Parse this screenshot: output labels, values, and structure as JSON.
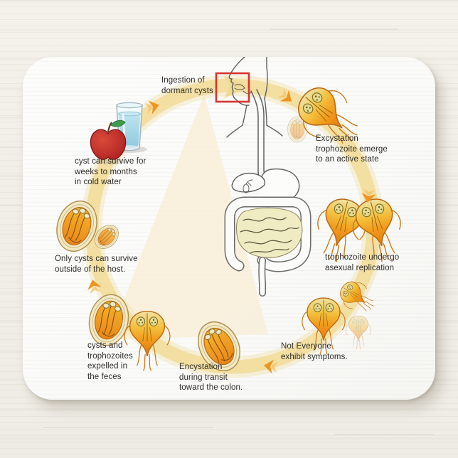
{
  "product": {
    "kind": "mousepad product photo",
    "surface_color": "#FAFAF8",
    "background": "white wood desk"
  },
  "cycle": {
    "subject": "Giardia life cycle diagram",
    "steps": [
      {
        "id": "ingestion",
        "label": "Ingestion of\ndormant cysts"
      },
      {
        "id": "excystation",
        "label": "Excystation\ntrophozoite emerge\nto an active state"
      },
      {
        "id": "replication",
        "label": "trophozoite undergo\nasexual replication"
      },
      {
        "id": "symptoms",
        "label": "Not Everyone\nexhibit symptoms."
      },
      {
        "id": "encystation",
        "label": "Encystation\nduring transit\ntoward the colon."
      },
      {
        "id": "expelled",
        "label": "cysts and\ntrophozoites\nexpelled in\nthe feces"
      },
      {
        "id": "survival_outside",
        "label": "Only cysts can survive\noutside of the host."
      },
      {
        "id": "survival_water",
        "label": "cyst can survive for\nweeks to months\nin cold water"
      }
    ],
    "icons": [
      "cycle-ring",
      "cycle-arrow-icon",
      "magnified-region-box",
      "human-digestive-tract-icon",
      "trophozoite-icon",
      "cyst-icon",
      "apple-icon",
      "water-glass-icon"
    ],
    "colors": {
      "ring": "#F1DD9E",
      "arrow": "#EF9522",
      "organism_light": "#F0E3A4",
      "organism_dark": "#E2770F",
      "cyst_rim": "#F3E9C6",
      "highlight_box": "#D8342E",
      "apple": "#B81E23",
      "water": "#A8D7E9",
      "intestine_fill": "#EFEBC2",
      "label_text": "#2E2B28"
    }
  }
}
